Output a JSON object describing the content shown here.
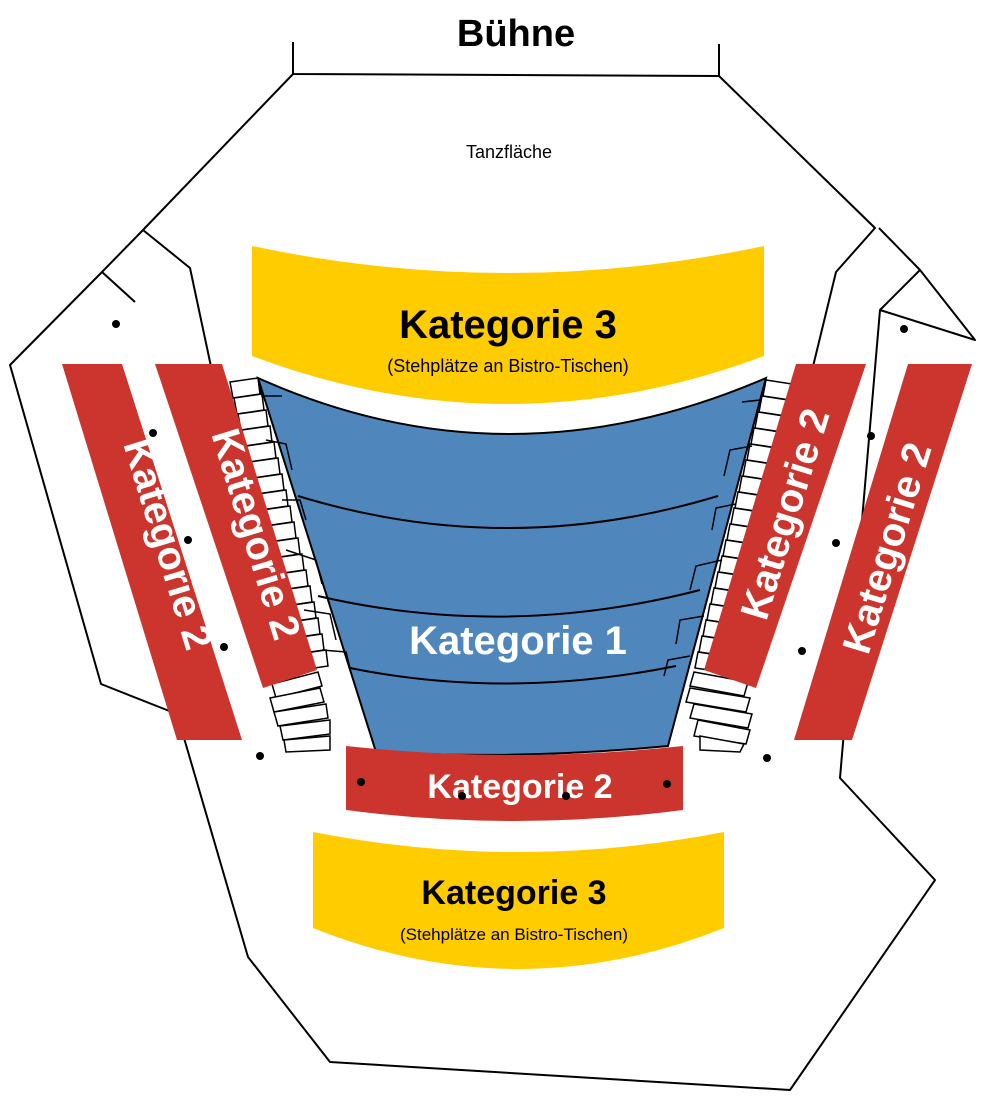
{
  "stage_label": "Bühne",
  "dance_floor_label": "Tanzfläche",
  "colors": {
    "category_1": "#4f87bd",
    "category_2": "#cc352d",
    "category_3": "#ffcc00",
    "outline": "#000000",
    "label_light": "#ffffff",
    "label_dark": "#000000"
  },
  "sections": {
    "cat3_front": {
      "label": "Kategorie 3",
      "note": "(Stehplätze an Bistro-Tischen)"
    },
    "cat1_center": {
      "label": "Kategorie 1"
    },
    "cat2_left_outer": {
      "label": "Kategorie 2"
    },
    "cat2_left_inner": {
      "label": "Kategorie 2"
    },
    "cat2_right_inner": {
      "label": "Kategorie 2"
    },
    "cat2_right_outer": {
      "label": "Kategorie 2"
    },
    "cat2_rear": {
      "label": "Kategorie 2"
    },
    "cat3_rear": {
      "label": "Kategorie 3",
      "note": "(Stehplätze an Bistro-Tischen)"
    }
  }
}
